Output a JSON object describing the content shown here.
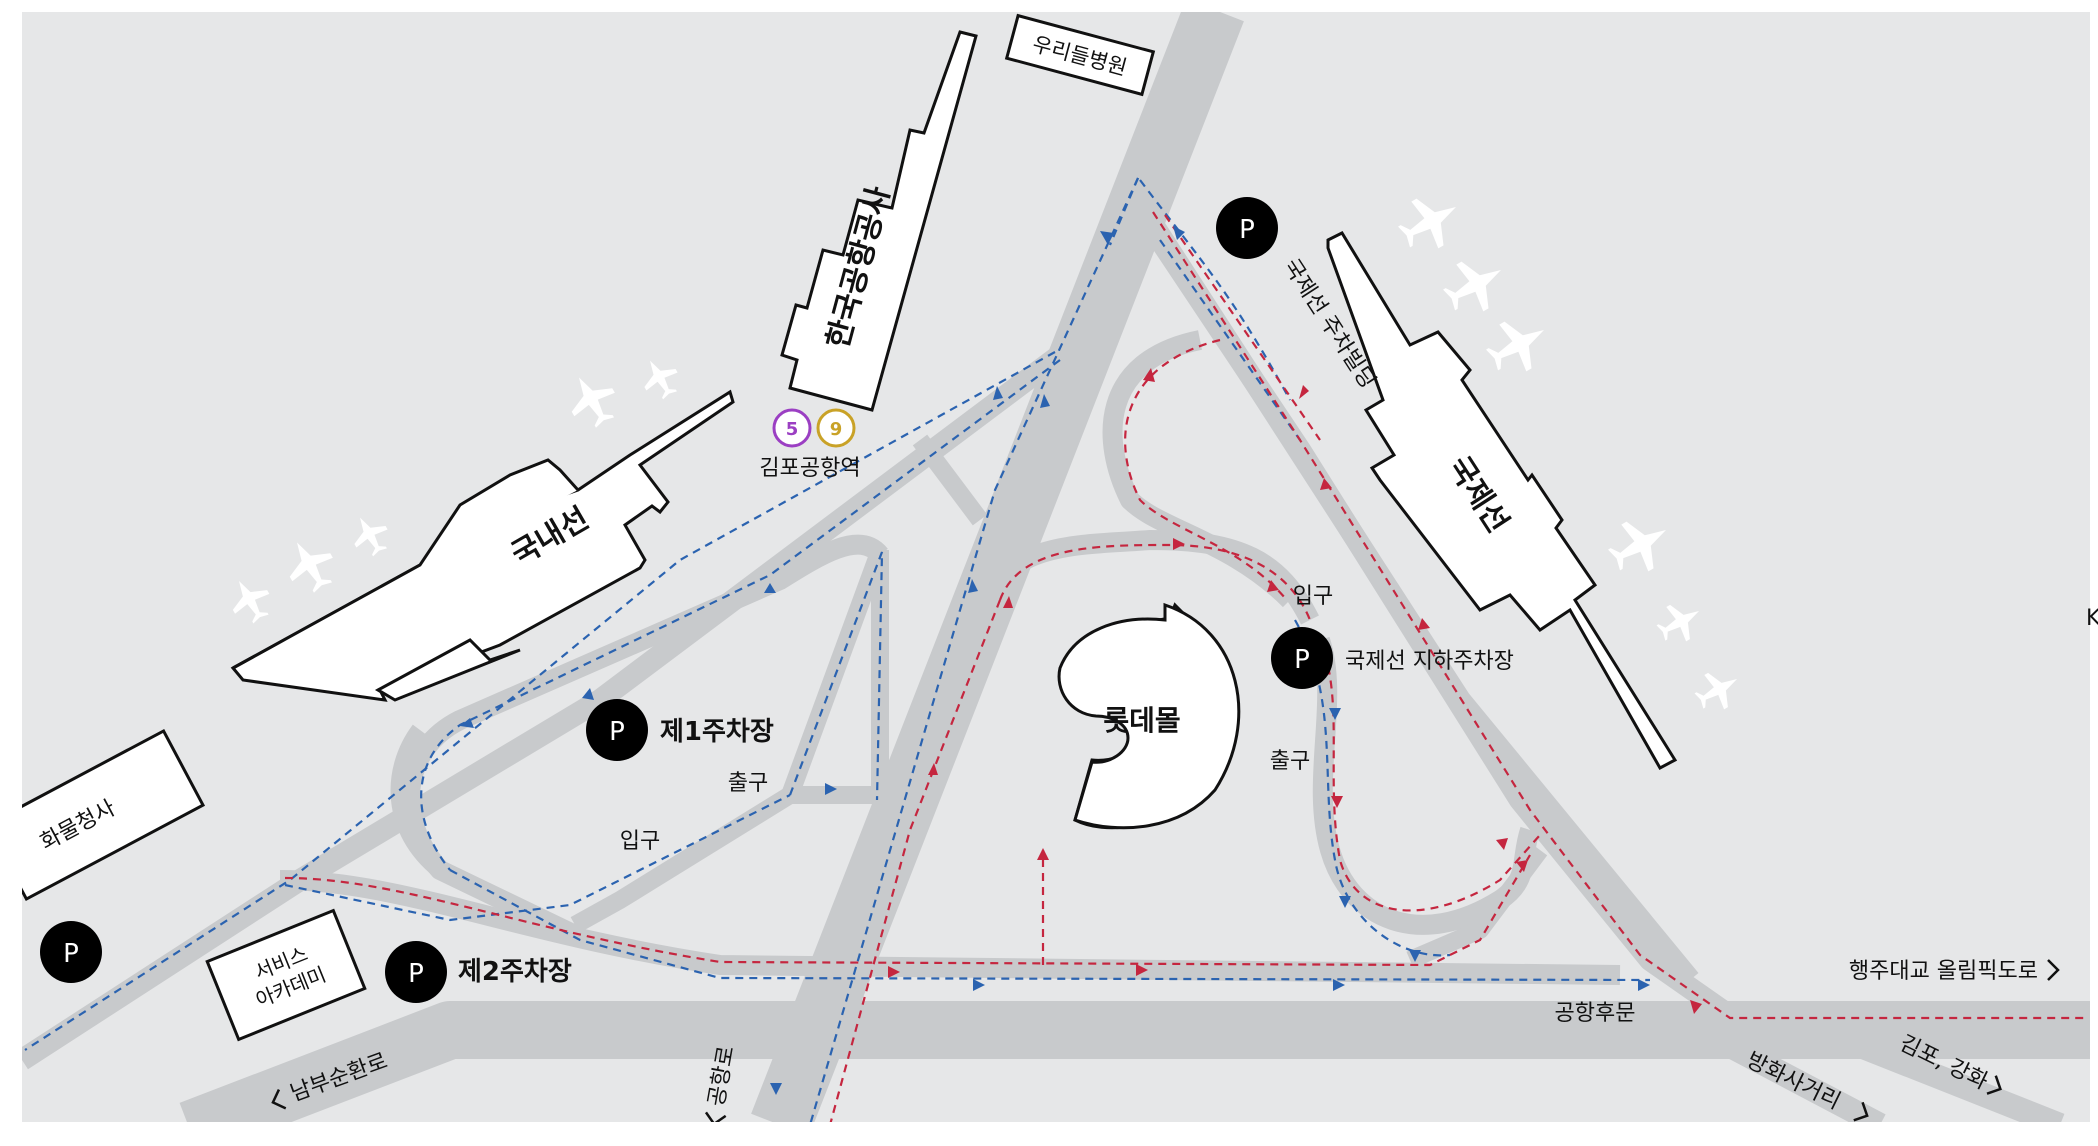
{
  "map": {
    "background_color": "#e6e7e8",
    "road_color": "#c8cacc",
    "route_colors": {
      "blue": "#2b63b0",
      "red": "#c5263f"
    },
    "buildings": {
      "kac": "한국공항공사",
      "hospital": "우리들병원",
      "domestic": "국내선",
      "international": "국제선",
      "lotte": "롯데몰",
      "cargo": "화물청사",
      "service_line1": "서비스",
      "service_line2": "아카데미"
    },
    "station": {
      "name": "김포공항역",
      "lines": [
        "5",
        "9"
      ],
      "line_colors": [
        "#9b3fc3",
        "#c9a227"
      ]
    },
    "parking": {
      "symbol": "P",
      "lot1": "제1주차장",
      "lot2": "제2주차장",
      "intl_building": "국제선 주차빌딩",
      "intl_underground": "국제선 지하주차장"
    },
    "labels": {
      "entrance": "입구",
      "exit": "출구",
      "rear_gate": "공항후문"
    },
    "directions": {
      "haengju": "행주대교 올림픽도로",
      "namboo": "남부순환로",
      "airport_rd": "공항로",
      "banghwa": "방화사거리",
      "gimpo": "김포, 강화"
    },
    "icons": [
      "airplane-icon",
      "parking-icon",
      "subway-line-icon",
      "chevron-right-icon",
      "chevron-left-icon"
    ],
    "edge_glyph": "K"
  }
}
